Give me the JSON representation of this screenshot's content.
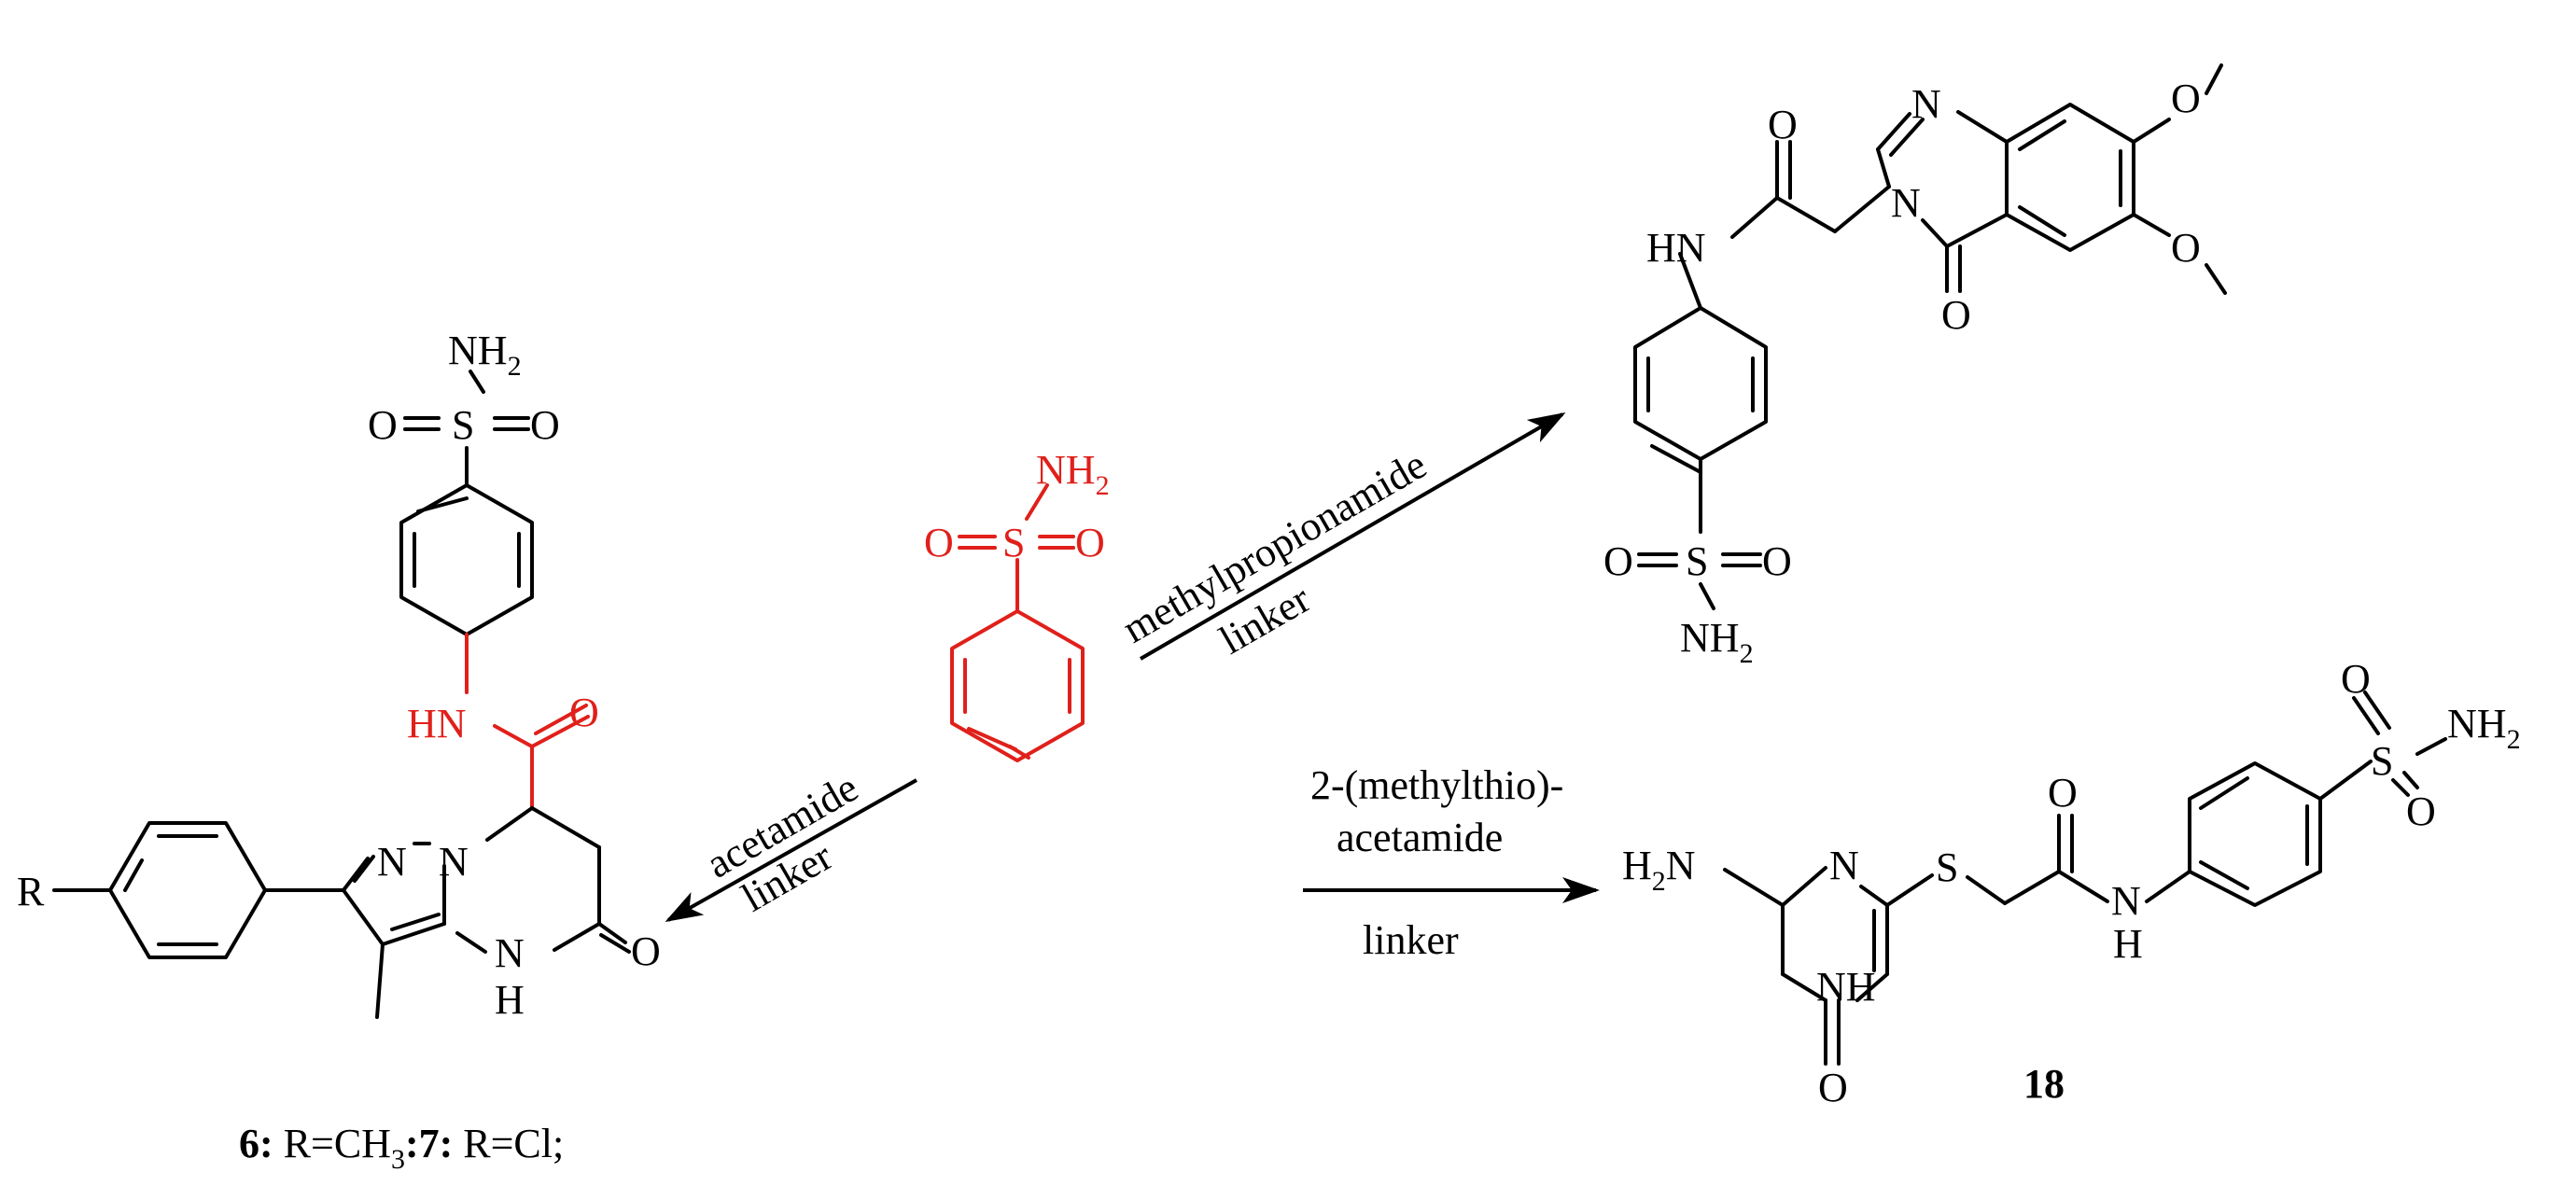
{
  "colors": {
    "highlight": "#e0201b",
    "ink": "#000000"
  },
  "center": {
    "nh2": "NH",
    "nh2_sub": "2",
    "o_left": "O",
    "s": "S",
    "o_right": "O"
  },
  "left_product": {
    "nh2_top": "NH",
    "nh2_top_sub": "2",
    "o_left": "O",
    "s": "S",
    "o_right": "O",
    "hn": "HN",
    "o_amide": "O",
    "n1": "N",
    "n2": "N",
    "nh_ring": "N",
    "h_ring": "H",
    "o_ring": "O",
    "r": "R",
    "caption_bold_1": "6:",
    "caption_1": " R=CH",
    "caption_sub": "3",
    "caption_bold_2": ":7:",
    "caption_2": " R=Cl;"
  },
  "top_right_product": {
    "n_top": "N",
    "o_methoxy1": "O",
    "o_methoxy2": "O",
    "o_amide": "O",
    "hn": "HN",
    "n_ring": "N",
    "o_ring": "O",
    "o_left": "O",
    "s": "S",
    "o_right": "O",
    "nh2": "NH",
    "nh2_sub": "2"
  },
  "bottom_right_product": {
    "h2n": "H",
    "h2n_sub": "2",
    "h2n_n": "N",
    "n_ring": "N",
    "s_link": "S",
    "o_amide": "O",
    "nh": "N",
    "nh_h": "H",
    "nh_ring": "NH",
    "o_ring": "O",
    "s_sulf": "S",
    "o_top": "O",
    "o_bottom": "O",
    "nh2": "NH",
    "nh2_sub": "2",
    "label": "18"
  },
  "arrows": {
    "methylpropionamide": {
      "line1": "methylpropionamide",
      "line2": "linker"
    },
    "acetamide": {
      "line1": "acetamide",
      "line2": "linker"
    },
    "methylthio": {
      "line1": "2-(methylthio)-",
      "line2": "acetamide",
      "line3": "linker"
    }
  }
}
